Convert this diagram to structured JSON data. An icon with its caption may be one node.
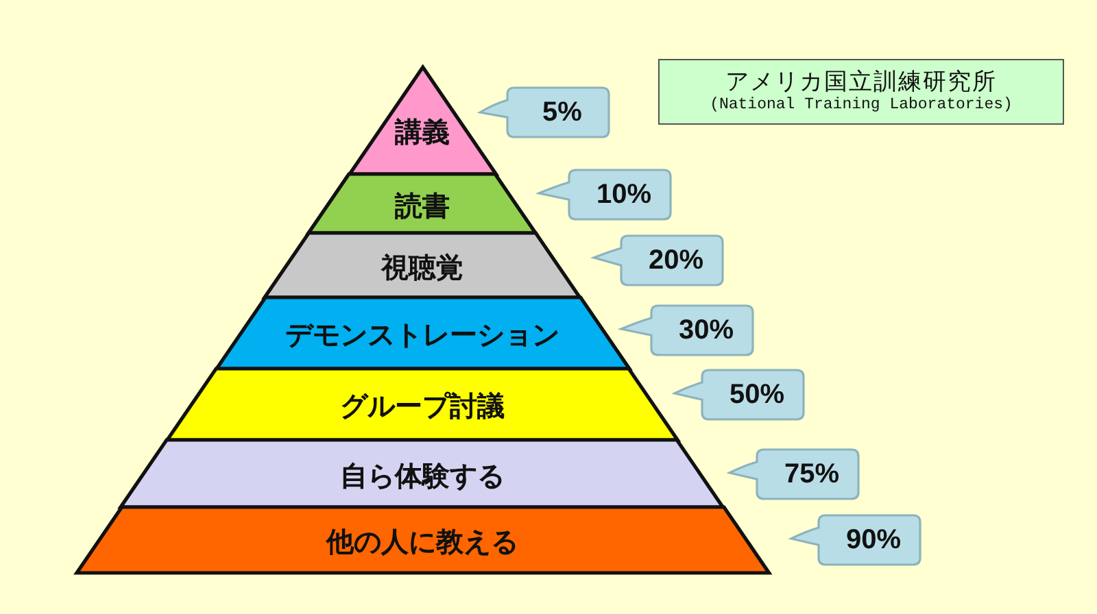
{
  "diagram": {
    "nodes": [
      {
        "text": [
          "アメリカ国立訓練研究所",
          "(National Training Laboratories)"
        ]
      },
      {
        "text": [
          "講義"
        ]
      },
      {
        "text": [
          "読書"
        ]
      },
      {
        "text": [
          "視聴覚"
        ]
      },
      {
        "text": [
          "デモンストレーション"
        ]
      },
      {
        "text": [
          "グループ討議"
        ]
      },
      {
        "text": [
          "自ら体験する"
        ]
      },
      {
        "text": [
          "他の人に教える"
        ]
      },
      {
        "text": [
          "5%"
        ]
      },
      {
        "text": [
          "10%"
        ]
      },
      {
        "text": [
          "20%"
        ]
      },
      {
        "text": [
          "30%"
        ]
      },
      {
        "text": [
          "50%"
        ]
      },
      {
        "text": [
          "75%"
        ]
      },
      {
        "text": [
          "90%"
        ]
      }
    ]
  }
}
